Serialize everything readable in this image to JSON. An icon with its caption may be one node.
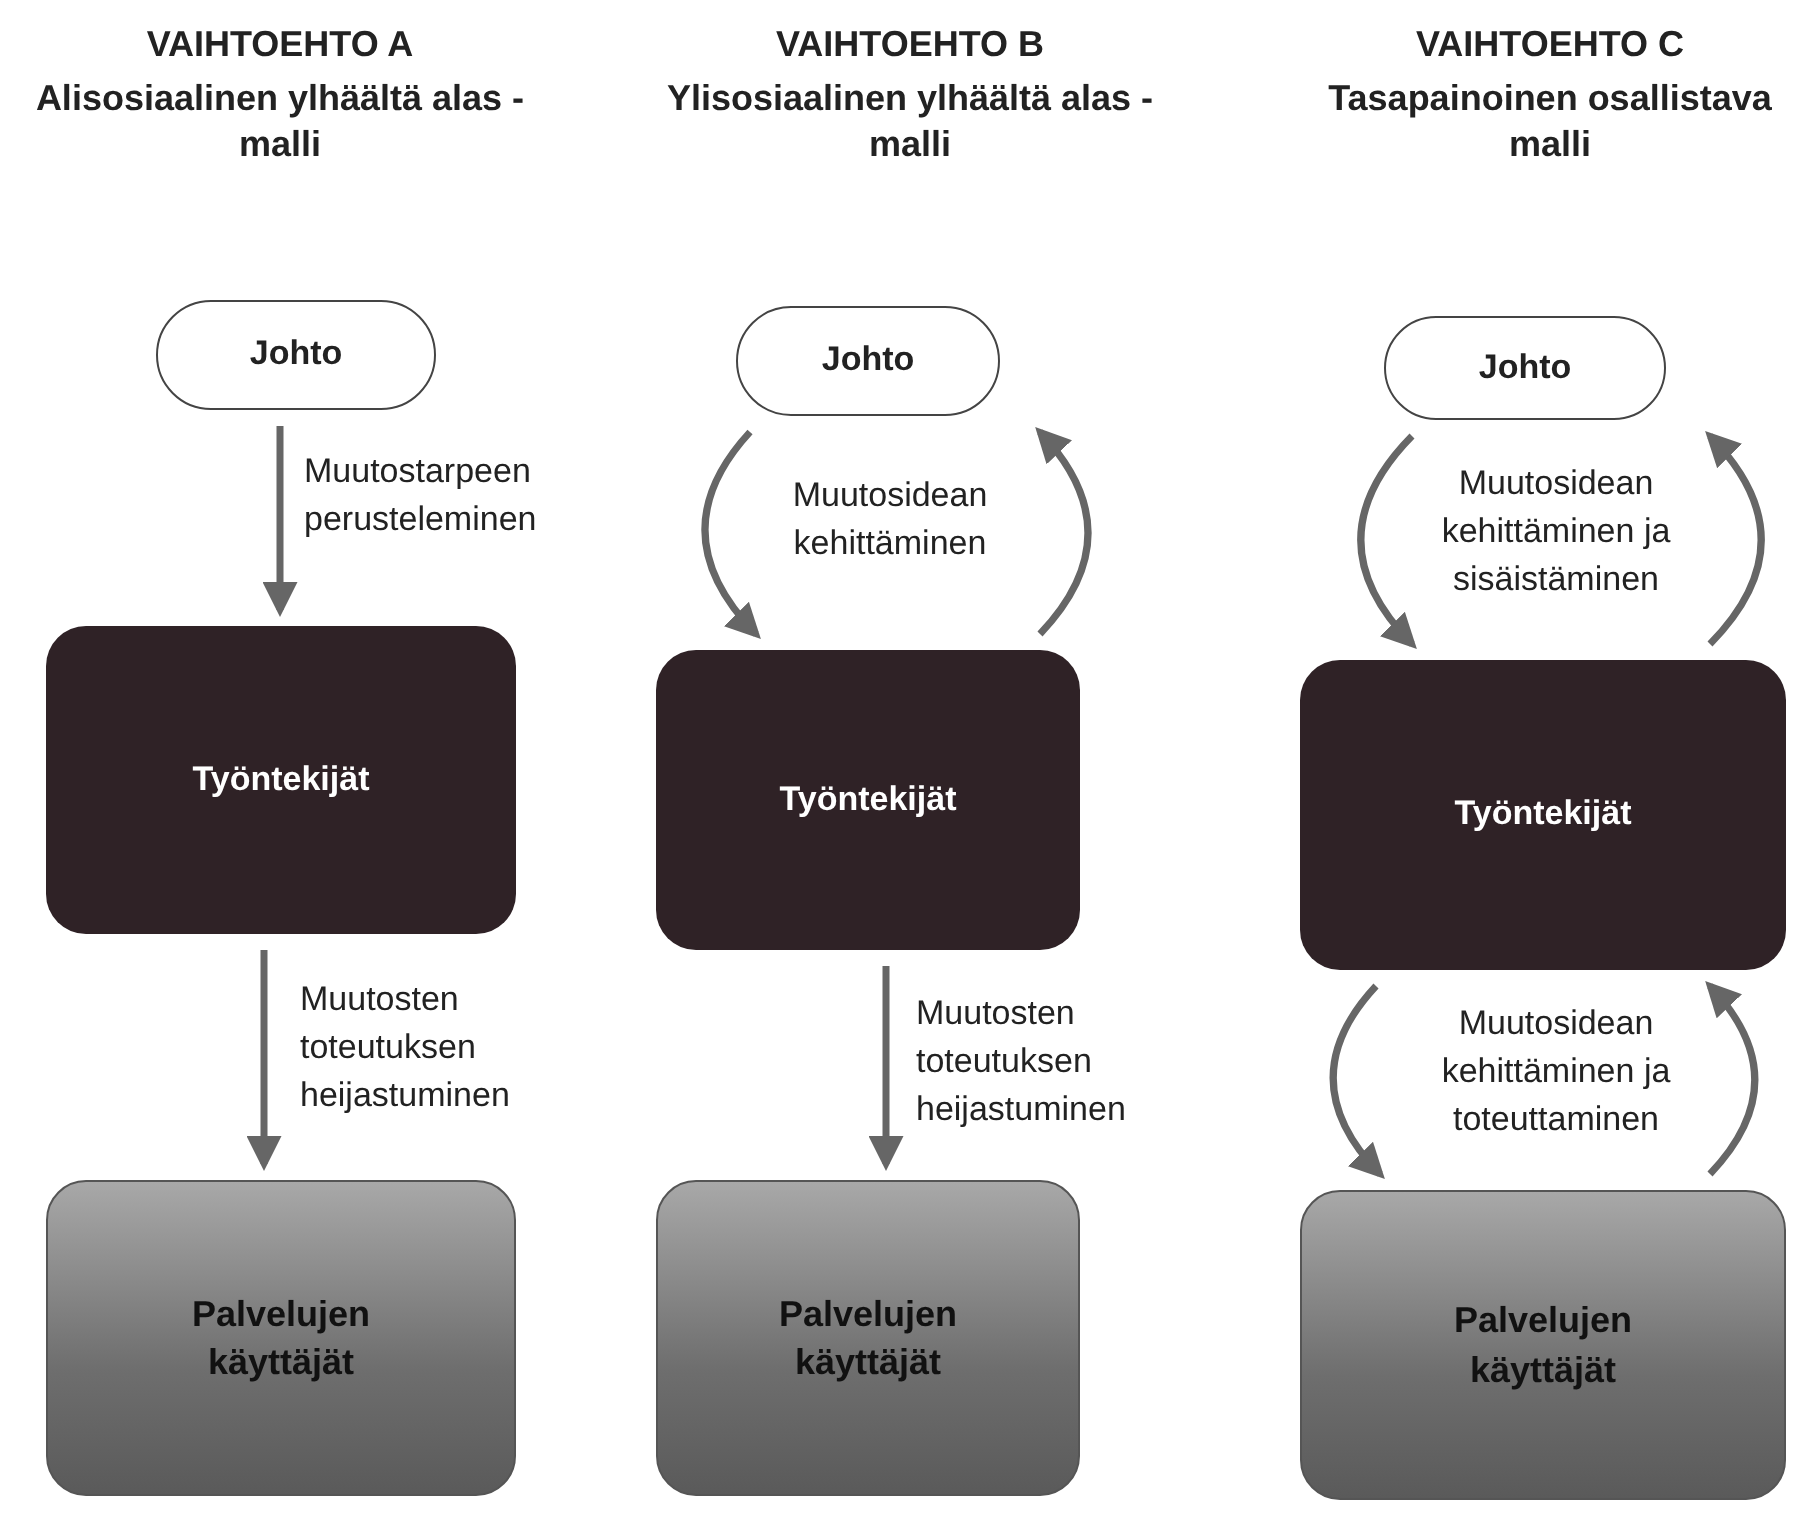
{
  "diagram": {
    "nodes": [
      {
        "text": [
          "Johto"
        ]
      },
      {
        "text": [
          "Työntekijät"
        ]
      },
      {
        "text": [
          "Palvelujen käyttäjät"
        ]
      },
      {
        "text": [
          "Johto"
        ]
      },
      {
        "text": [
          "Työntekijät"
        ]
      },
      {
        "text": [
          "Palvelujen käyttäjät"
        ]
      },
      {
        "text": [
          "Johto"
        ]
      },
      {
        "text": [
          "Työntekijät"
        ]
      },
      {
        "text": [
          "Palvelujen käyttäjät"
        ]
      }
    ],
    "edges": [
      {
        "from": 0,
        "to": 1,
        "arrow": "to",
        "label": "Muutostarpeen perusteleminen"
      },
      {
        "from": 1,
        "to": 2,
        "arrow": "to",
        "label": "Muutosten toteutuksen heijastuminen"
      },
      {
        "from": 3,
        "to": 4,
        "arrow": "to"
      },
      {
        "from": 4,
        "to": 3,
        "arrow": "to"
      },
      {
        "from": 4,
        "to": 5,
        "arrow": "to",
        "label": "Muutosten toteutuksen heijastuminen"
      },
      {
        "from": 6,
        "to": 7,
        "arrow": "to"
      },
      {
        "from": 7,
        "to": 6,
        "arrow": "to"
      },
      {
        "from": 7,
        "to": 8,
        "arrow": "to"
      },
      {
        "from": 8,
        "to": 7,
        "arrow": "to"
      }
    ],
    "labels": [
      "VAIHTOEHTO A",
      "Alisosiaalinen ylhäältä alas -malli",
      "VAIHTOEHTO B",
      "Ylisosiaalinen ylhäältä alas -malli",
      "VAIHTOEHTO C",
      "Tasapainoinen osallistava malli",
      "Muutosidean kehittäminen",
      "Muutosidean kehittäminen ja sisäistäminen",
      "Muutosidean kehittäminen ja toteuttaminen"
    ]
  }
}
